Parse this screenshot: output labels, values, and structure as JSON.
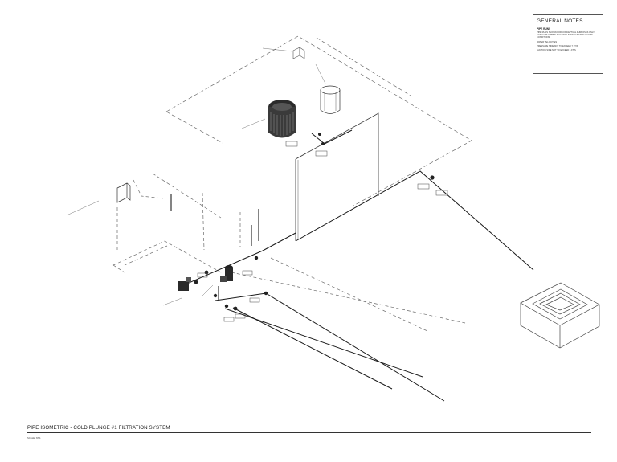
{
  "general_notes": {
    "title": "GENERAL NOTES",
    "subtitle": "PIPE RUNS",
    "lines": [
      "PIPE RUNS SHOWN FOR CONCEPTUAL PURPOSES ONLY. ACTUAL PLUMBING MAY VARY IN FIELD BASED ON SITE CONDITIONS.",
      "WATER VELOCITIES",
      "PRESSURE SIDE NOT TO EXCEED 7 FT/S",
      "SUCTION SIDE NOT TO EXCEED 6 FT/S"
    ]
  },
  "sheet": {
    "title": "PIPE ISOMETRIC - COLD PLUNGE #1 FILTRATION SYSTEM",
    "scale": "SCALE: NTS"
  },
  "colors": {
    "line": "#1a1a1a",
    "dashed": "#6b6b6b",
    "text": "#333333"
  }
}
